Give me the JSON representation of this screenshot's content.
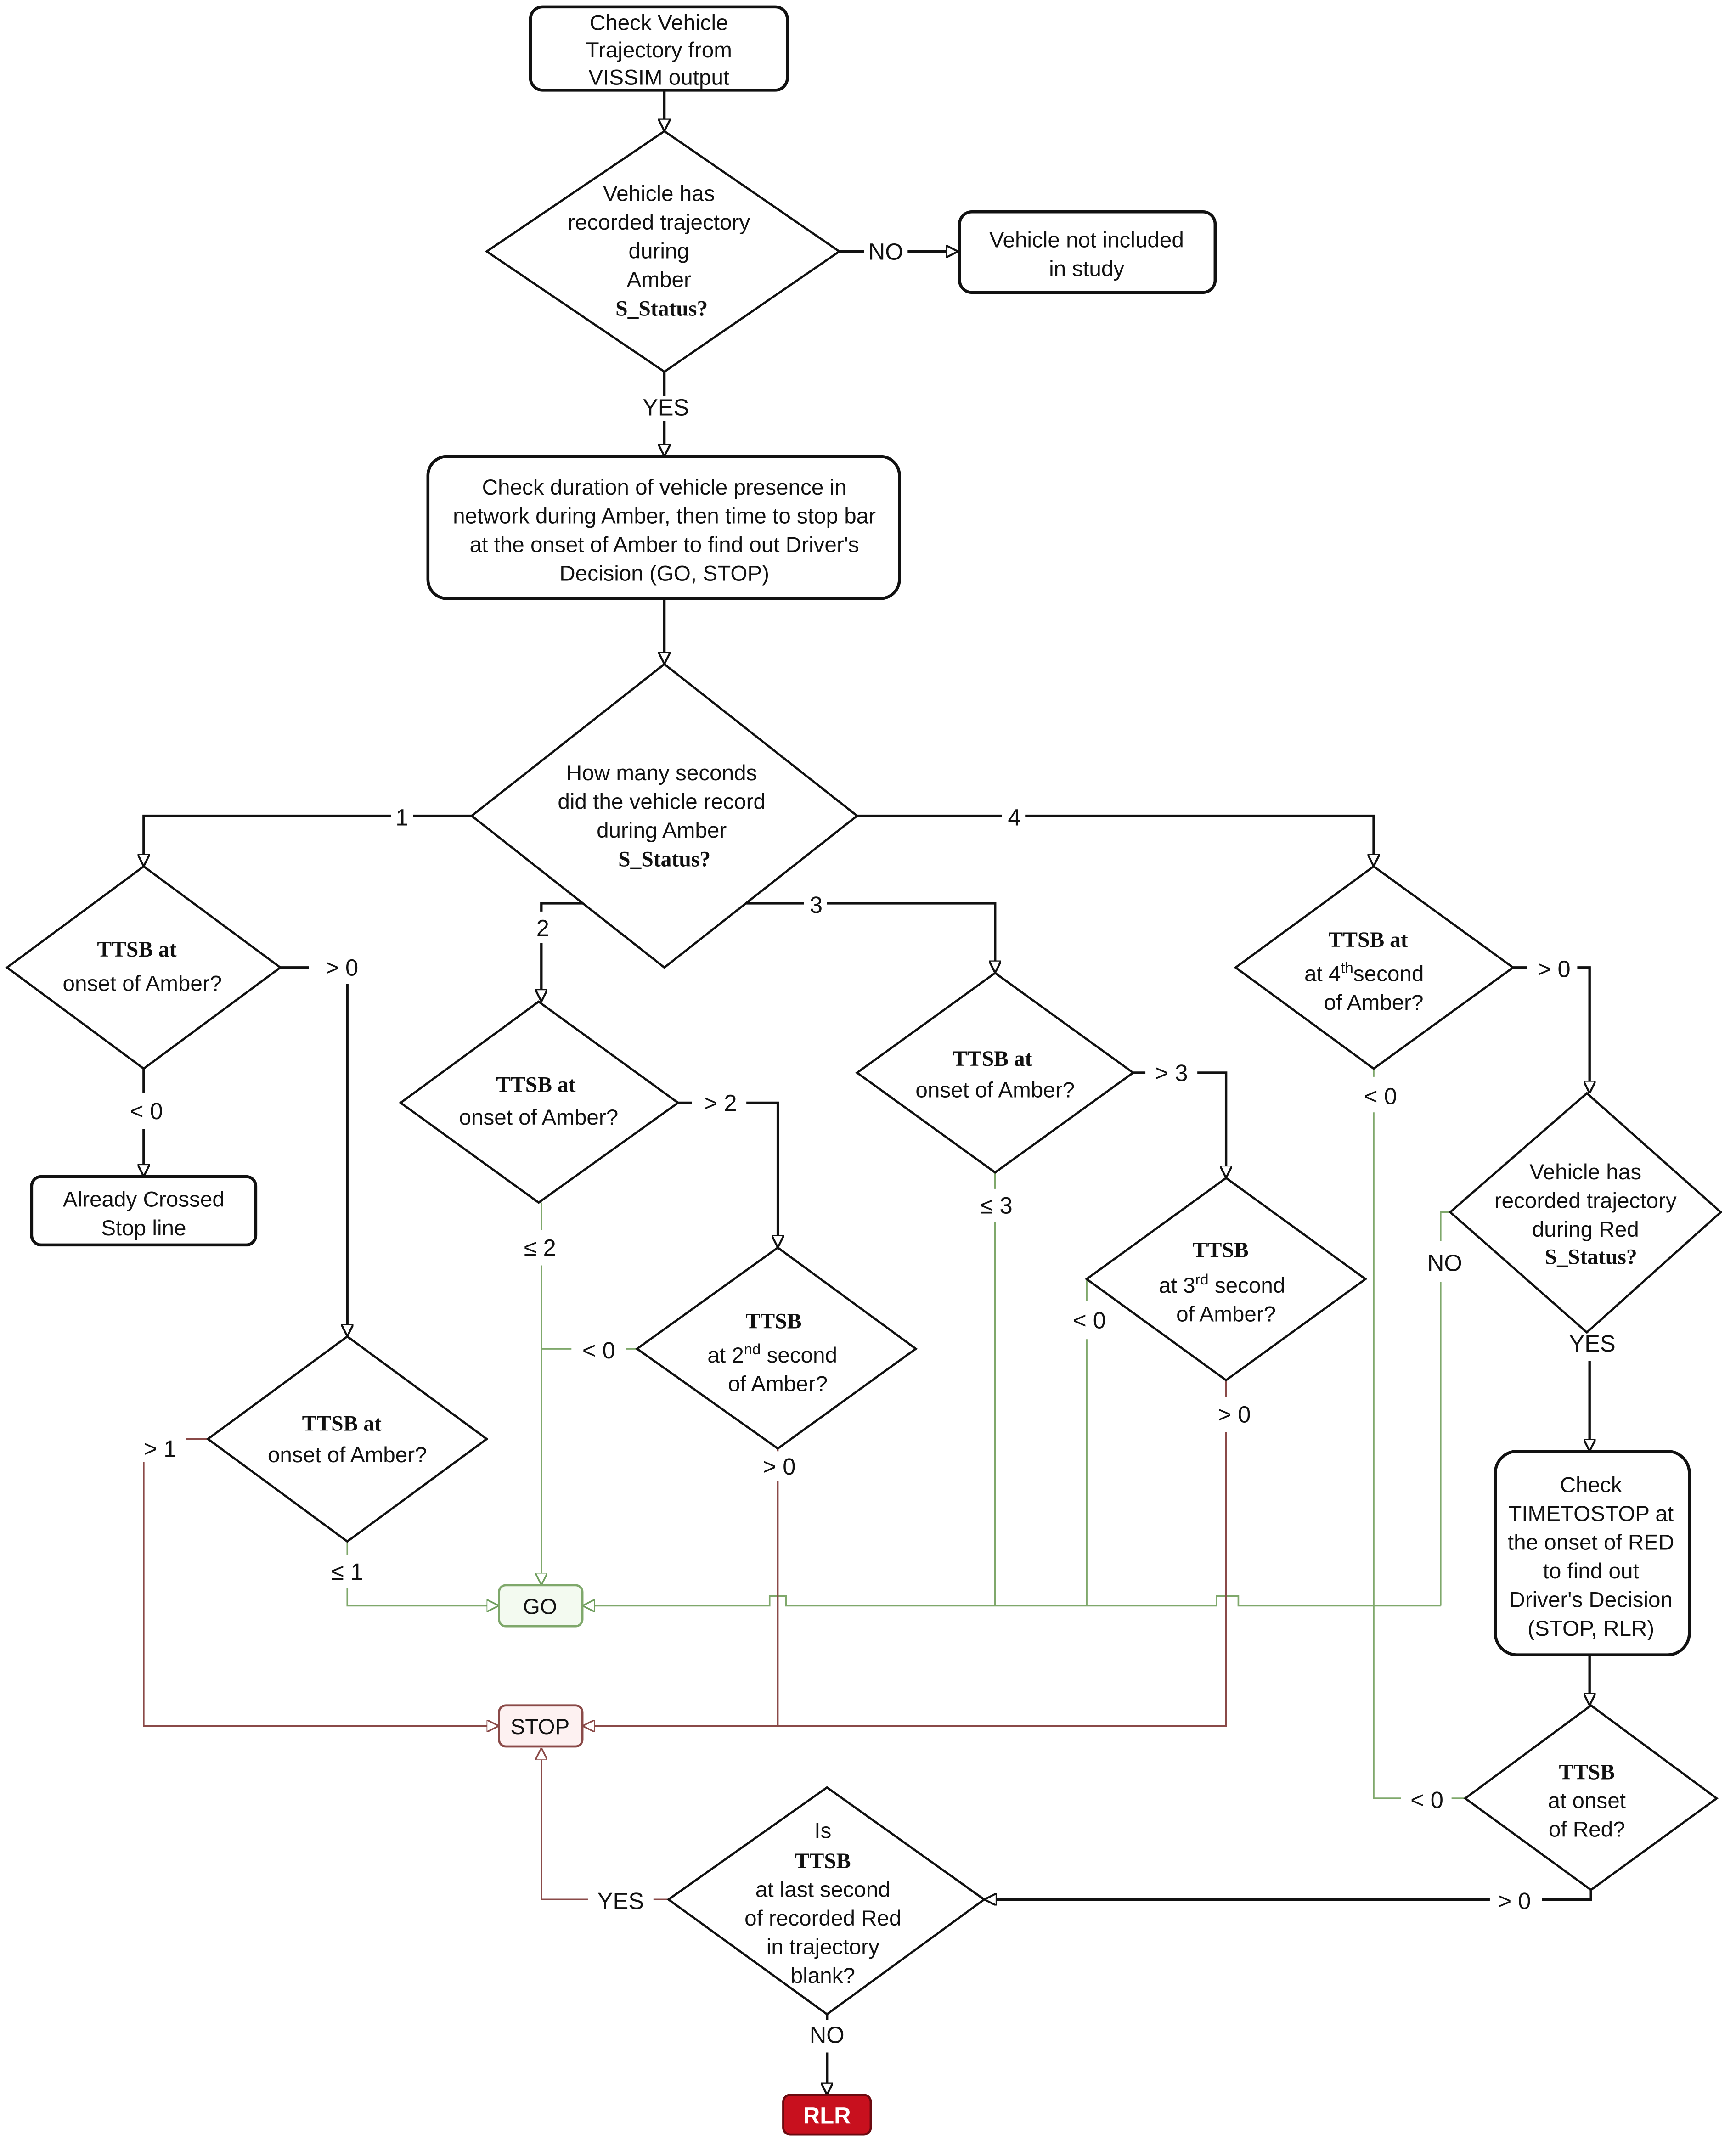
{
  "colors": {
    "go_border": "#7fa86b",
    "go_fill": "#f3faf0",
    "stop_border": "#8a4a48",
    "stop_fill": "#fdf1f1",
    "rlr_fill": "#c8101e",
    "rlr_text": "#ffffff",
    "line_black": "#111111"
  },
  "nodes": {
    "start": [
      "Check Vehicle",
      "Trajectory from",
      "VISSIM output"
    ],
    "d_recorded_amber": [
      "Vehicle has",
      "recorded trajectory",
      "during",
      "Amber"
    ],
    "d_recorded_amber_bold": "S_Status?",
    "not_included": [
      "Vehicle not included",
      "in study"
    ],
    "check_duration": [
      "Check duration of vehicle presence in",
      "network during Amber, then time to stop bar",
      "at the onset of Amber to find out Driver's",
      "Decision (GO, STOP)"
    ],
    "d_how_many": [
      "How many seconds",
      "did the vehicle record",
      "during Amber"
    ],
    "d_how_many_bold": "S_Status?",
    "d1_ttsb_bold": "TTSB at",
    "d1_ttsb": "onset of Amber?",
    "already_crossed": [
      "Already Crossed",
      "Stop line"
    ],
    "d1b_ttsb_bold": "TTSB at",
    "d1b_ttsb": "onset of Amber?",
    "d2a_ttsb_bold": "TTSB at",
    "d2a_ttsb": "onset of Amber?",
    "d2b_ttsb_bold": "TTSB",
    "d2b_ttsb": [
      "at 2",
      "nd",
      " second",
      "of Amber?"
    ],
    "d3a_ttsb_bold": "TTSB at",
    "d3a_ttsb": "onset of Amber?",
    "d3b_ttsb_bold": "TTSB",
    "d3b_ttsb": [
      "at 3",
      "rd",
      " second",
      "of Amber?"
    ],
    "d4_ttsb_bold": "TTSB at",
    "d4_ttsb": [
      "at 4",
      "th",
      "second",
      "of Amber?"
    ],
    "d_recorded_red": [
      "Vehicle has",
      "recorded trajectory",
      "during Red"
    ],
    "d_recorded_red_bold": "S_Status?",
    "check_timetostop": [
      "Check",
      "TIMETOSTOP at",
      "the onset of RED",
      "to find out",
      "Driver's Decision",
      "(STOP, RLR)"
    ],
    "d_onset_red_bold": "TTSB",
    "d_onset_red": [
      "at onset",
      "of Red?"
    ],
    "d_last_second_top": "Is",
    "d_last_second_bold": "TTSB",
    "d_last_second": [
      "at last second",
      "of recorded Red",
      "in trajectory",
      "blank?"
    ],
    "go": "GO",
    "stop": "STOP",
    "rlr": "RLR"
  },
  "edge_labels": {
    "no1": "NO",
    "yes1": "YES",
    "b1": "1",
    "b2": "2",
    "b3": "3",
    "b4": "4",
    "d1_gt0": "> 0",
    "d1_lt0": "< 0",
    "d1b_gt1": "> 1",
    "d1b_le1": "≤ 1",
    "d2a_gt2": "> 2",
    "d2a_le2": "≤ 2",
    "d2b_lt0": "< 0",
    "d2b_gt0": "> 0",
    "d3a_gt3": "> 3",
    "d3a_le3": "≤ 3",
    "d3b_lt0": "< 0",
    "d3b_gt0": "> 0",
    "d4_gt0": "> 0",
    "d4_lt0": "< 0",
    "red_no": "NO",
    "red_yes": "YES",
    "onset_red_lt0": "< 0",
    "onset_red_gt0": "> 0",
    "last_yes": "YES",
    "last_no": "NO"
  }
}
